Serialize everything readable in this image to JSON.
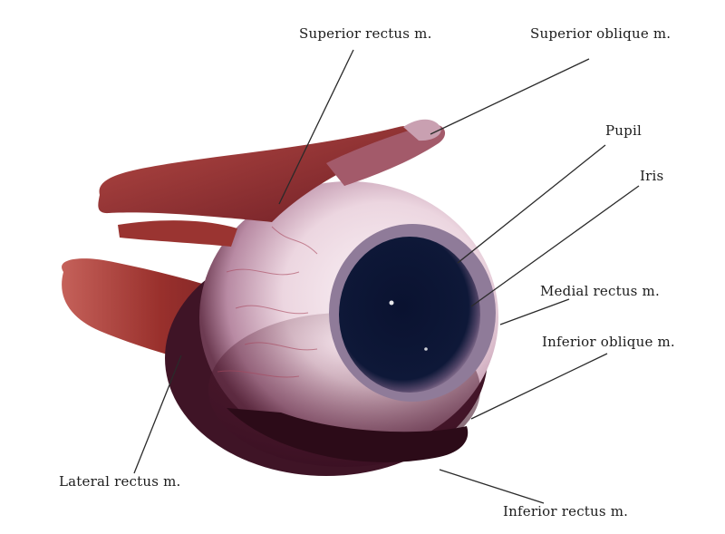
{
  "diagram": {
    "labels": {
      "superior_rectus": "Superior rectus m.",
      "superior_oblique": "Superior oblique m.",
      "pupil": "Pupil",
      "iris": "Iris",
      "medial_rectus": "Medial rectus m.",
      "inferior_oblique": "Inferior oblique m.",
      "lateral_rectus": "Lateral rectus m.",
      "inferior_rectus": "Inferior rectus m."
    },
    "colors": {
      "muscle": "#8e2a2a",
      "sclera": "#efdde6",
      "iris": "#5a4a6a",
      "pupil": "#0d1630",
      "leader_line": "#2a2a2a"
    }
  }
}
